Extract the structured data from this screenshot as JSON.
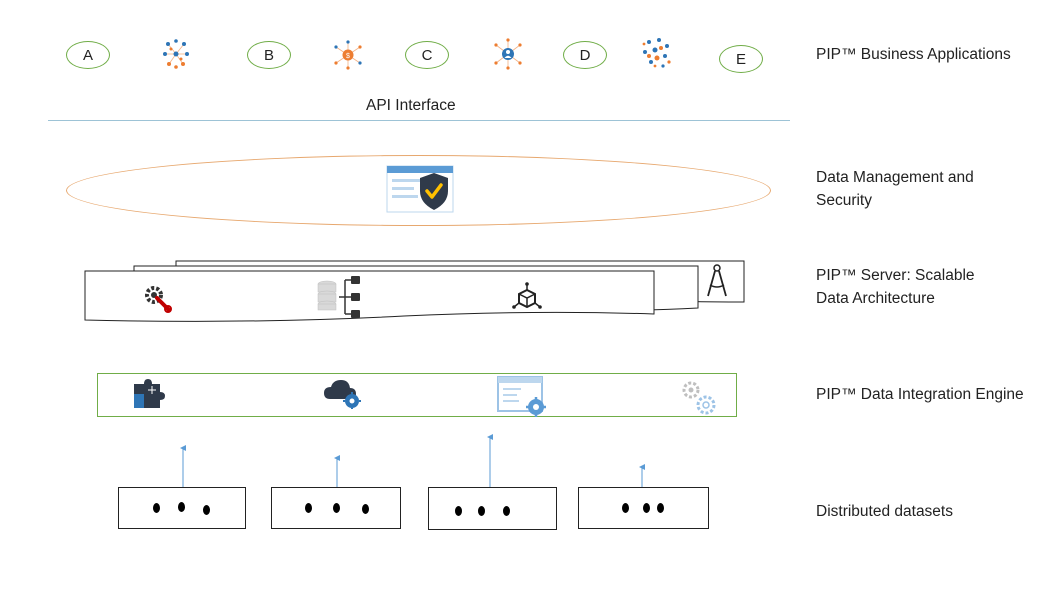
{
  "applications": {
    "items": [
      {
        "label": "A"
      },
      {
        "label": "B"
      },
      {
        "label": "C"
      },
      {
        "label": "D"
      },
      {
        "label": "E"
      }
    ]
  },
  "api": {
    "label": "API Interface"
  },
  "layers": {
    "business": "PIP™ Business Applications",
    "security": [
      "Data Management and",
      "Security"
    ],
    "server": [
      "PIP™ Server: Scalable",
      "Data Architecture"
    ],
    "engine": "PIP™ Data Integration Engine",
    "datasets": "Distributed datasets"
  },
  "colors": {
    "app_oval_border": "#70ad47",
    "api_line": "#9dc3d6",
    "security_ellipse": "#e7a86f",
    "engine_border": "#70ad47",
    "accent_blue": "#2e75b6",
    "accent_orange": "#ed7d31",
    "arrow": "#5b9bd5"
  },
  "icons": [
    "network-icon",
    "bitcoin-network-icon",
    "user-network-icon",
    "cluster-network-icon",
    "shield-check-icon",
    "wrench-gear-icon",
    "database-tree-icon",
    "cube-network-icon",
    "compass-icon",
    "puzzle-icon",
    "cloud-gear-icon",
    "browser-gear-icon",
    "gears-icon"
  ]
}
